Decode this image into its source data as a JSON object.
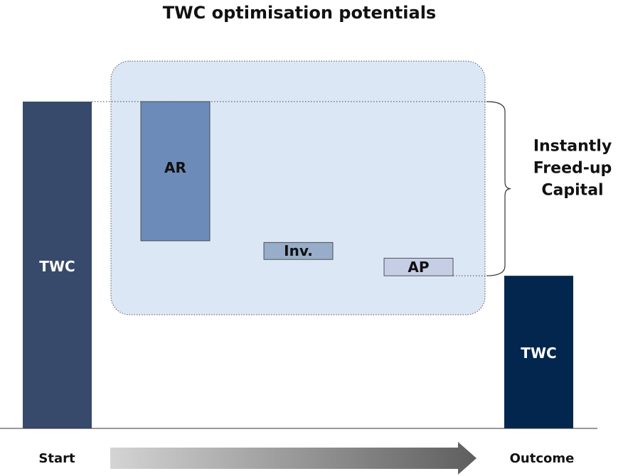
{
  "chart_data": {
    "type": "bar",
    "subtype": "waterfall",
    "title": "TWC optimisation potentials",
    "categories": [
      "TWC",
      "AR",
      "Inv.",
      "AP",
      "TWC"
    ],
    "bars": [
      {
        "label": "TWC",
        "kind": "total",
        "base": 0,
        "value": 100,
        "color": "#374a6b",
        "label_color": "#ffffff"
      },
      {
        "label": "AR",
        "kind": "decrease",
        "base": 57.4,
        "value": 42.6,
        "color": "#6d8bb8",
        "label_color": "#111111"
      },
      {
        "label": "Inv.",
        "kind": "decrease",
        "base": 51.7,
        "value": 5.2,
        "color": "#98adc9",
        "label_color": "#111111"
      },
      {
        "label": "AP",
        "kind": "decrease",
        "base": 46.7,
        "value": 5.4,
        "color": "#c6cee6",
        "label_color": "#111111"
      },
      {
        "label": "TWC",
        "kind": "total",
        "base": 0,
        "value": 46.7,
        "color": "#03264f",
        "label_color": "#ffffff"
      }
    ],
    "ylim": [
      0,
      100
    ],
    "grid": false,
    "axis_labels": {
      "start": "Start",
      "end": "Outcome"
    },
    "annotation": {
      "lines": [
        "Instantly",
        "Freed-up",
        "Capital"
      ],
      "spans": [
        46.7,
        100
      ]
    },
    "highlight_group": [
      "AR",
      "Inv.",
      "AP"
    ]
  }
}
